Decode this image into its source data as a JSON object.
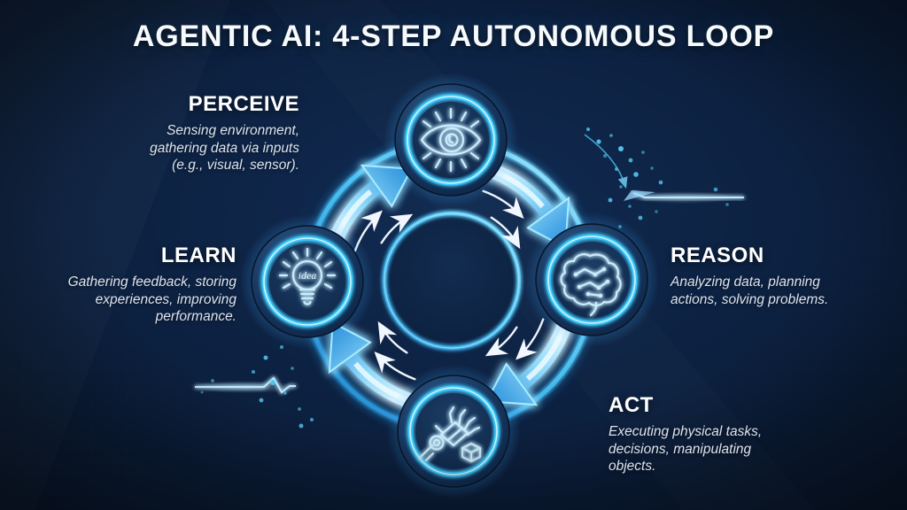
{
  "title": "AGENTIC AI: 4-STEP AUTONOMOUS LOOP",
  "steps": [
    {
      "id": "perceive",
      "label": "PERCEIVE",
      "description": "Sensing environment, gathering data via inputs (e.g., visual, sensor).",
      "icon": "eye-icon"
    },
    {
      "id": "reason",
      "label": "REASON",
      "description": "Analyzing data, planning actions, solving problems.",
      "icon": "brain-circuit-icon"
    },
    {
      "id": "act",
      "label": "ACT",
      "description": "Executing physical tasks, decisions, manipulating objects.",
      "icon": "robot-hand-icon"
    },
    {
      "id": "learn",
      "label": "LEARN",
      "description": "Gathering feedback, storing experiences, improving performance.",
      "icon": "lightbulb-idea-icon"
    }
  ],
  "bulb_text": "idea",
  "colors": {
    "background": "#0c1f3e",
    "neon_cyan": "#4fc9f7",
    "arrow_deep_blue": "#1d7fd4",
    "arrow_light": "#eaf9ff",
    "heading_text": "#ffffff",
    "body_text": "#dde3ee"
  }
}
